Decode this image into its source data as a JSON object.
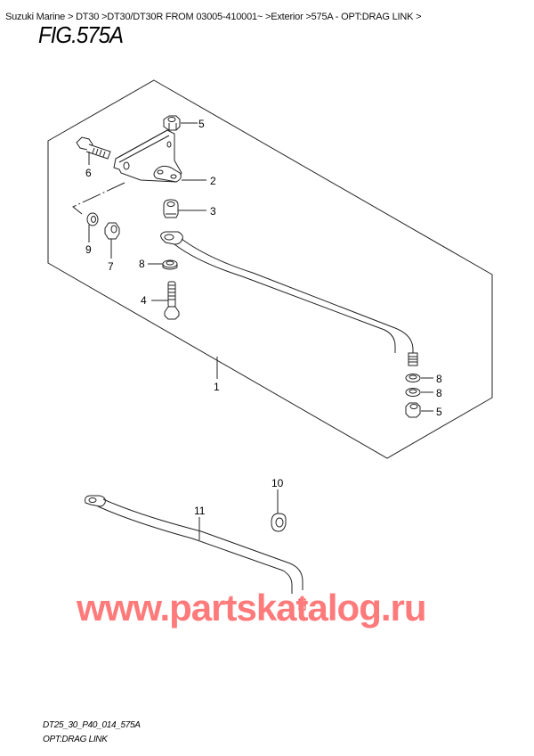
{
  "breadcrumb": {
    "items": [
      {
        "label": "Suzuki Marine"
      },
      {
        "label": "DT30"
      },
      {
        "label": "DT30/DT30R FROM 03005-410001~"
      },
      {
        "label": "Exterior"
      },
      {
        "label": "575A - OPT:DRAG LINK"
      }
    ],
    "separator": ">",
    "full_text": "Suzuki Marine > DT30 >DT30/DT30R FROM 03005-410001~ >Exterior >575A - OPT:DRAG LINK >"
  },
  "figure": {
    "title": "FIG.575A"
  },
  "diagram": {
    "callouts": [
      {
        "id": "c5a",
        "label": "5"
      },
      {
        "id": "c6",
        "label": "6"
      },
      {
        "id": "c2",
        "label": "2"
      },
      {
        "id": "c3",
        "label": "3"
      },
      {
        "id": "c9",
        "label": "9"
      },
      {
        "id": "c7",
        "label": "7"
      },
      {
        "id": "c8a",
        "label": "8"
      },
      {
        "id": "c4",
        "label": "4"
      },
      {
        "id": "c1",
        "label": "1"
      },
      {
        "id": "c8b",
        "label": "8"
      },
      {
        "id": "c8c",
        "label": "8"
      },
      {
        "id": "c5b",
        "label": "5"
      },
      {
        "id": "c10",
        "label": "10"
      },
      {
        "id": "c11",
        "label": "11"
      }
    ],
    "colors": {
      "line": "#222222",
      "watermark": "#ff7a7a",
      "thread_highlight": "#e04040"
    }
  },
  "watermark": {
    "text": "www.partskatalog.ru"
  },
  "footer": {
    "code": "DT25_30_P40_014_575A",
    "name": "OPT:DRAG LINK"
  }
}
